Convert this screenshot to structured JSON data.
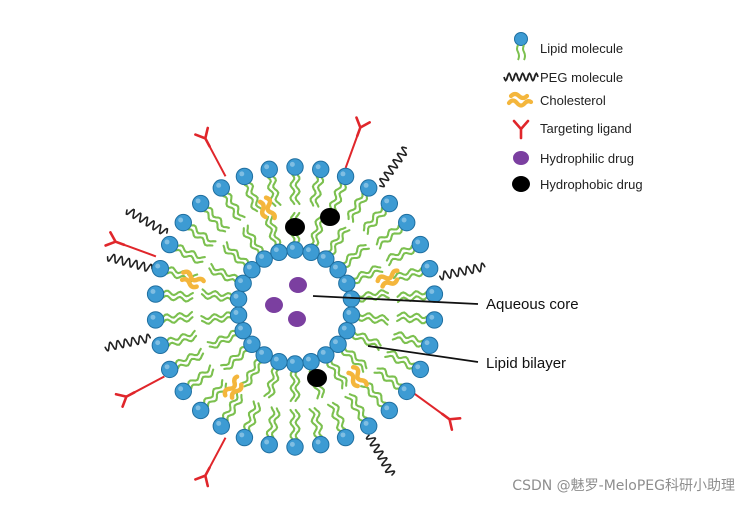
{
  "colors": {
    "lipid_head": "#3d9bd3",
    "lipid_head_stroke": "#1f6fa0",
    "lipid_tail": "#7cc04f",
    "peg": "#222222",
    "cholesterol": "#f4b63c",
    "ligand": "#e0262b",
    "hydrophilic_drug": "#7b3fa0",
    "hydrophobic_drug": "#000000",
    "background": "#ffffff"
  },
  "legend": {
    "lipid": "Lipid molecule",
    "peg": "PEG molecule",
    "cholesterol": "Cholesterol",
    "ligand": "Targeting ligand",
    "hydrophilic": "Hydrophilic drug",
    "hydrophobic": "Hydrophobic drug"
  },
  "callouts": {
    "aqueous_core": "Aqueous core",
    "lipid_bilayer": "Lipid bilayer"
  },
  "watermark": "CSDN @魅罗-MeloPEG科研小助理"
}
